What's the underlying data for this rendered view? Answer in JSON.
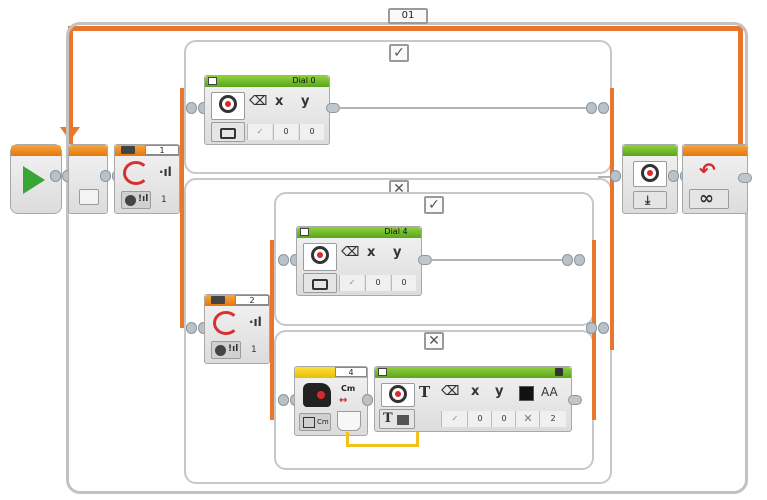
{
  "loop": {
    "label": "01"
  },
  "switch1": {
    "label": "1",
    "true_tab": "✓",
    "false_tab": "✕",
    "count": "1"
  },
  "switch2": {
    "label": "2",
    "true_tab": "✓",
    "false_tab": "✕",
    "count": "1"
  },
  "dial0": {
    "label": "Dial 0",
    "x": "0",
    "y": "0"
  },
  "dial4": {
    "label": "Dial 4",
    "x": "0",
    "y": "0"
  },
  "ultrasonic": {
    "label": "4",
    "unit": "Cm",
    "mode": "Cm"
  },
  "display_text": {
    "x": "0",
    "y": "0",
    "size": "2",
    "letters": {
      "T": "T",
      "x": "x",
      "y": "y",
      "AA": "AA"
    }
  },
  "loop_end": {
    "infinity": "∞"
  },
  "colors": {
    "loop_orange": "#e8762c",
    "green_header": "#6db52a",
    "orange_header": "#f08a1c",
    "yellow_header": "#f2c21b"
  }
}
